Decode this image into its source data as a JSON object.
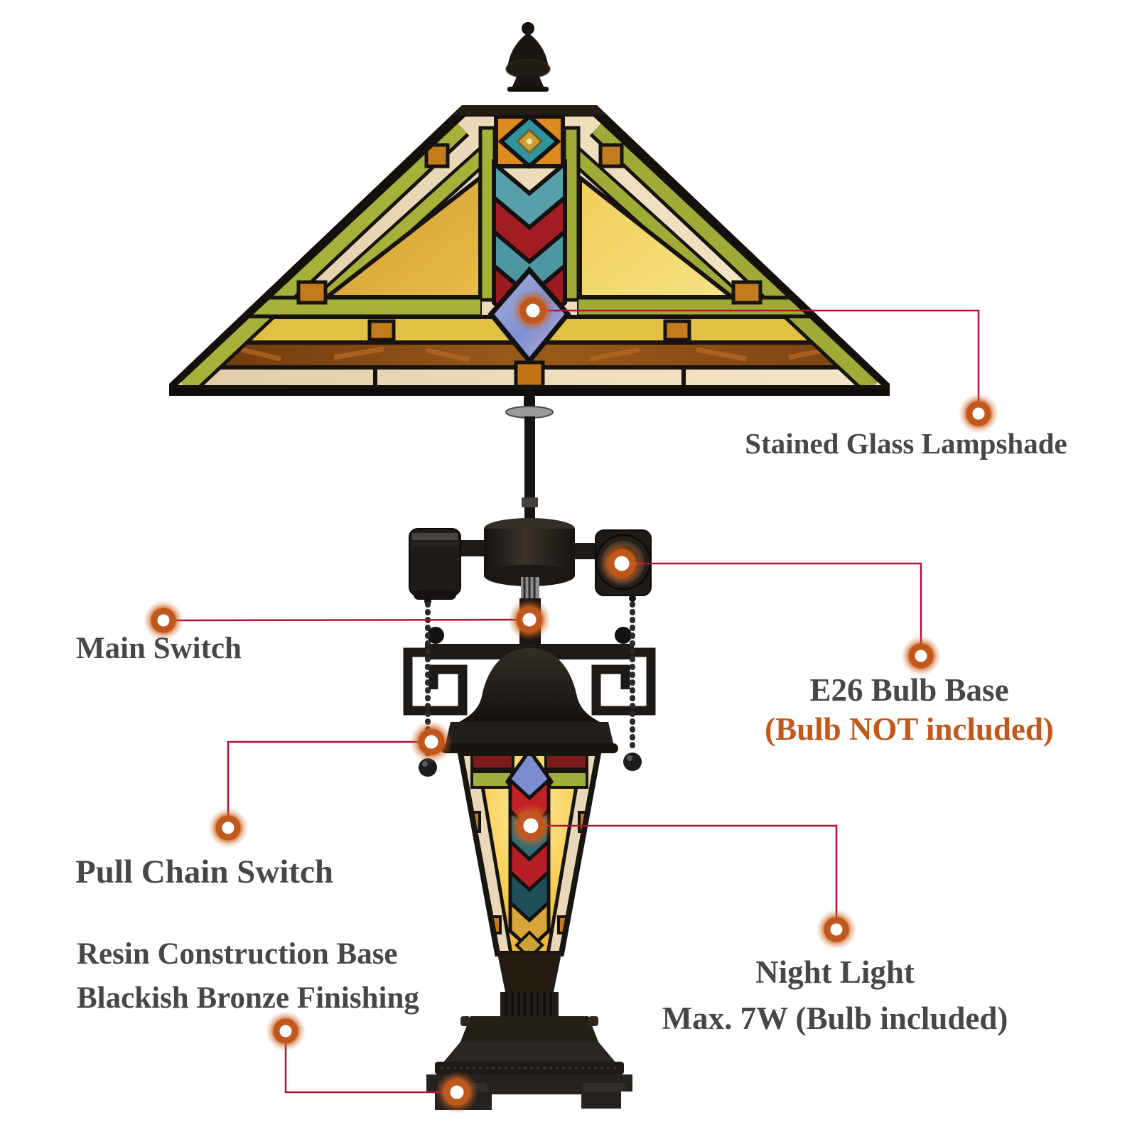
{
  "colors": {
    "background": "#ffffff",
    "label_text": "#474747",
    "accent_orange": "#c4571a",
    "connector_line": "#b01236",
    "marker_ring": "#c0571c"
  },
  "icons": {
    "callout_marker": "orange ring with white center and soft glow"
  },
  "annotations": {
    "lampshade": {
      "label": "Stained Glass Lampshade"
    },
    "main_switch": {
      "label": "Main Switch"
    },
    "bulb_base": {
      "label": "E26 Bulb Base",
      "note": "(Bulb NOT included)"
    },
    "pull_chain": {
      "label": "Pull Chain Switch"
    },
    "base": {
      "line1": "Resin Construction Base",
      "line2": "Blackish Bronze Finishing"
    },
    "night_light": {
      "line1": "Night Light",
      "line2": "Max. 7W (Bulb included)"
    }
  }
}
